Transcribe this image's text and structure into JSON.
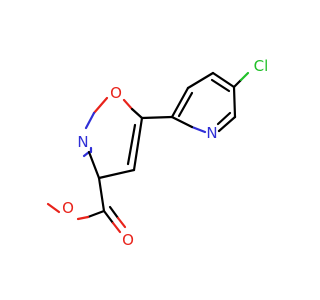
{
  "molecule": {
    "atoms": {
      "cl": {
        "symbol": "Cl",
        "color": "#22c02a"
      },
      "n_pyridine": {
        "symbol": "N",
        "color": "#2f2fd6"
      },
      "o_ring": {
        "symbol": "O",
        "color": "#e8231b"
      },
      "n_ring": {
        "symbol": "N",
        "color": "#2f2fd6"
      },
      "o_ester": {
        "symbol": "O",
        "color": "#e8231b"
      },
      "o_carbonyl": {
        "symbol": "O",
        "color": "#e8231b"
      }
    }
  }
}
